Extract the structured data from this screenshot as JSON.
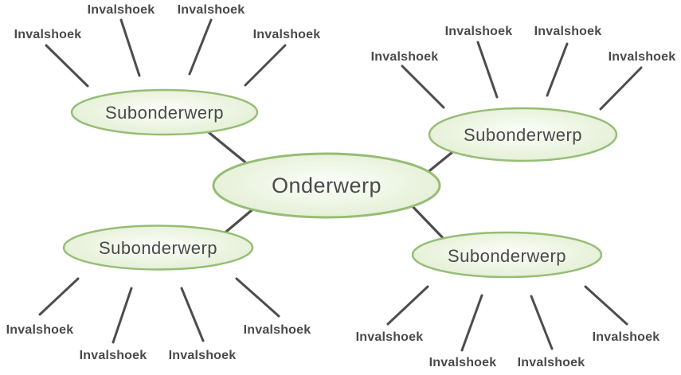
{
  "diagram": {
    "colors": {
      "background": "#ffffff",
      "node_border": "#95bd74",
      "node_fill_center": "#fcfefa",
      "node_fill_mid": "#ecf4e1",
      "node_fill_edge": "#dfeccf",
      "line": "#4d4d4d",
      "text": "#4a4a4a"
    },
    "center": {
      "label": "Onderwerp"
    },
    "subtopics": [
      {
        "id": "top-left",
        "label": "Subonderwerp"
      },
      {
        "id": "top-right",
        "label": "Subonderwerp"
      },
      {
        "id": "bottom-left",
        "label": "Subonderwerp"
      },
      {
        "id": "bottom-right",
        "label": "Subonderwerp"
      }
    ],
    "angles": [
      {
        "cluster": "top-left",
        "label": "Invalshoek"
      },
      {
        "cluster": "top-left",
        "label": "Invalshoek"
      },
      {
        "cluster": "top-left",
        "label": "Invalshoek"
      },
      {
        "cluster": "top-left",
        "label": "Invalshoek"
      },
      {
        "cluster": "top-right",
        "label": "Invalshoek"
      },
      {
        "cluster": "top-right",
        "label": "Invalshoek"
      },
      {
        "cluster": "top-right",
        "label": "Invalshoek"
      },
      {
        "cluster": "top-right",
        "label": "Invalshoek"
      },
      {
        "cluster": "bottom-left",
        "label": "Invalshoek"
      },
      {
        "cluster": "bottom-left",
        "label": "Invalshoek"
      },
      {
        "cluster": "bottom-left",
        "label": "Invalshoek"
      },
      {
        "cluster": "bottom-left",
        "label": "Invalshoek"
      },
      {
        "cluster": "bottom-right",
        "label": "Invalshoek"
      },
      {
        "cluster": "bottom-right",
        "label": "Invalshoek"
      },
      {
        "cluster": "bottom-right",
        "label": "Invalshoek"
      },
      {
        "cluster": "bottom-right",
        "label": "Invalshoek"
      }
    ]
  }
}
